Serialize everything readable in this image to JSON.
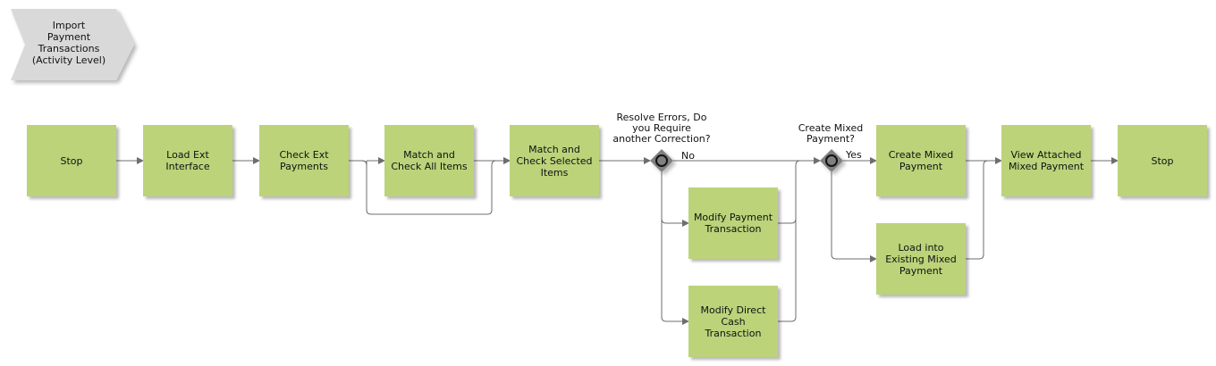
{
  "title": "Import\nPayment\nTransactions\n(Activity Level)",
  "nodes": {
    "stop_start": "Stop",
    "load_ext": "Load Ext\nInterface",
    "check_ext": "Check Ext\nPayments",
    "match_all": "Match and\nCheck All Items",
    "match_selected": "Match and\nCheck Selected\nItems",
    "modify_payment": "Modify Payment\nTransaction",
    "modify_cash": "Modify Direct\nCash\nTransaction",
    "create_mixed": "Create Mixed\nPayment",
    "load_existing": "Load into\nExisting Mixed\nPayment",
    "view_attached": "View Attached\nMixed Payment",
    "stop_end": "Stop"
  },
  "gateways": {
    "resolve_errors": "Resolve Errors, Do\nyou Require\nanother Correction?",
    "create_mixed_q": "Create Mixed\nPayment?"
  },
  "edge_labels": {
    "no": "No",
    "yes": "Yes"
  },
  "colors": {
    "activity_fill": "#bcd37a",
    "title_fill": "#d9d9d9",
    "gateway_fill": "#808080",
    "connector": "#6e6e6e"
  }
}
